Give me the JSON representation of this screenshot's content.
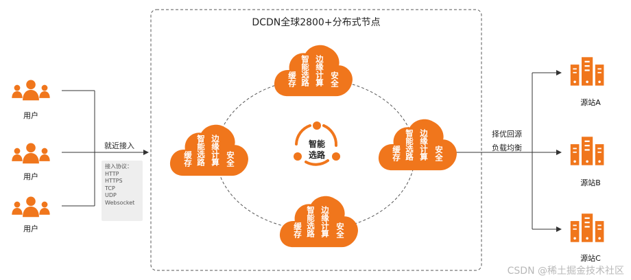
{
  "title": "DCDN全球2800+分布式节点",
  "users": [
    "用户",
    "用户",
    "用户"
  ],
  "access_label": "就近接入",
  "protocols": {
    "heading": "接入协议：",
    "items": [
      "HTTP",
      "HTTPS",
      "TCP",
      "UDP",
      "Websocket"
    ]
  },
  "center": {
    "line1": "智能",
    "line2": "选路"
  },
  "cloud": {
    "col1": "缓存",
    "col2": "智能选路",
    "col3": "边缘计算",
    "col4": "安全"
  },
  "routing_label": {
    "line1": "择优回源",
    "line2": "负载均衡"
  },
  "servers": [
    "源站A",
    "源站B",
    "源站C"
  ],
  "watermark": "CSDN @稀土掘金技术社区",
  "colors": {
    "accent": "#f0761c",
    "line": "#333333",
    "dash": "#555555"
  },
  "icons": [
    "user-group-icon",
    "cloud-icon",
    "server-icon",
    "smart-routing-icon",
    "arrow-icon"
  ]
}
